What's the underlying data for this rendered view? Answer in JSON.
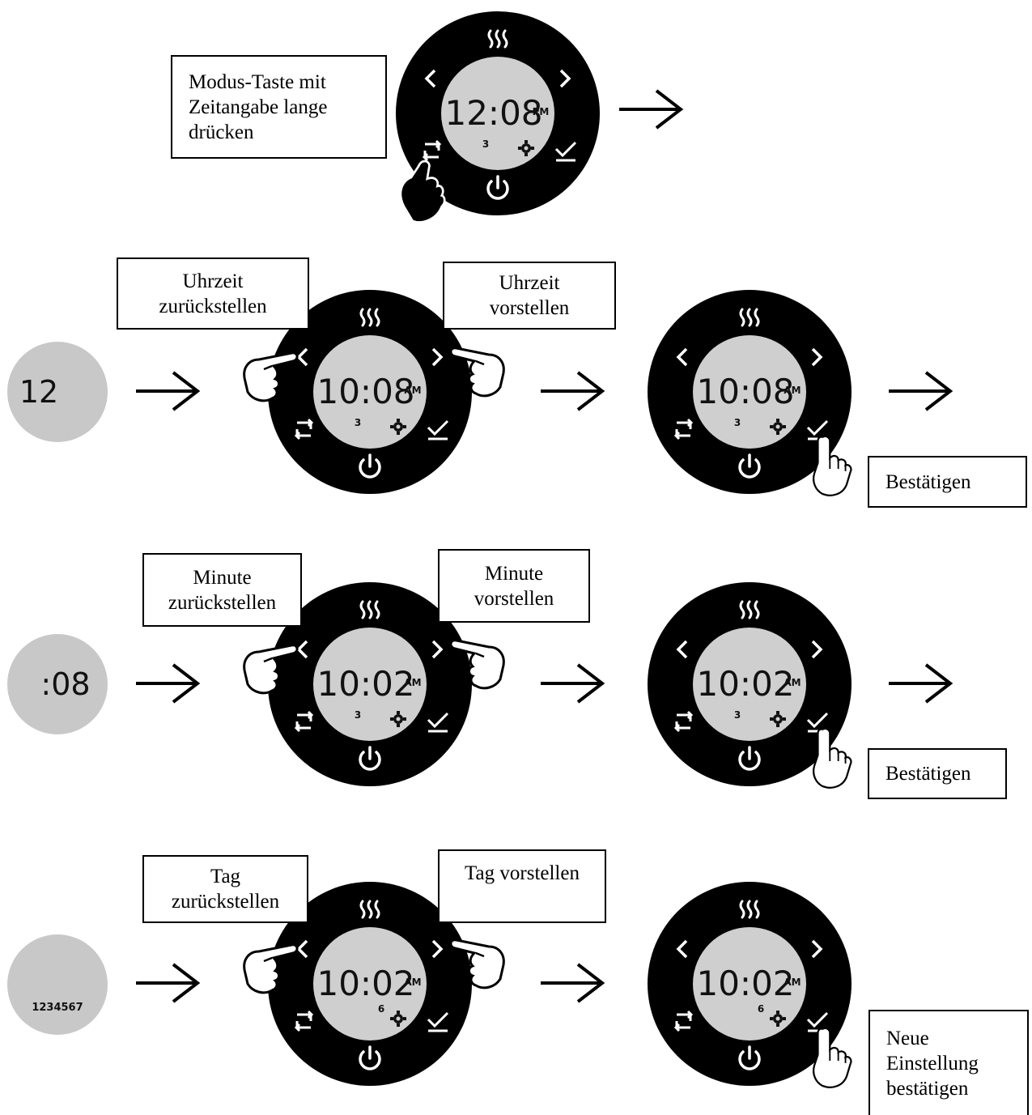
{
  "colors": {
    "device_ring": "#000000",
    "lcd": "#cfcfcf",
    "lcd_text": "#111111",
    "icon": "#ffffff",
    "badge": "#c8c8c8"
  },
  "labels": {
    "mode_press": "Modus-Taste mit\nZeitangabe lange\ndrücken",
    "hour_back": "Uhrzeit\nzurückstellen",
    "hour_forward": "Uhrzeit\nvorstellen",
    "confirm_1": "Bestätigen",
    "minute_back": "Minute\nzurückstellen",
    "minute_forward": "Minute\nvorstellen",
    "confirm_2": "Bestätigen",
    "day_back": "Tag\nzurückstellen",
    "day_forward": "Tag vorstellen",
    "confirm_final": "Neue\nEinstellung\nbestätigen"
  },
  "badges": {
    "hour_segment": "12",
    "minute_segment": ":08",
    "days": "1234567"
  },
  "devices": [
    {
      "time": "12:08",
      "ampm": "PM",
      "day": "3"
    },
    {
      "time": "10:08",
      "ampm": "AM",
      "day": "3"
    },
    {
      "time": "10:08",
      "ampm": "AM",
      "day": "3"
    },
    {
      "time": "10:02",
      "ampm": "AM",
      "day": "3"
    },
    {
      "time": "10:02",
      "ampm": "AM",
      "day": "3"
    },
    {
      "time": "10:02",
      "ampm": "AM",
      "day": "6"
    },
    {
      "time": "10:02",
      "ampm": "AM",
      "day": "6"
    }
  ],
  "icons": {
    "heat": "heat-icon",
    "left": "chevron-left-icon",
    "right": "chevron-right-icon",
    "mode": "mode-cycle-icon",
    "confirm": "check-icon",
    "power": "power-icon",
    "settings": "gear-icon"
  }
}
